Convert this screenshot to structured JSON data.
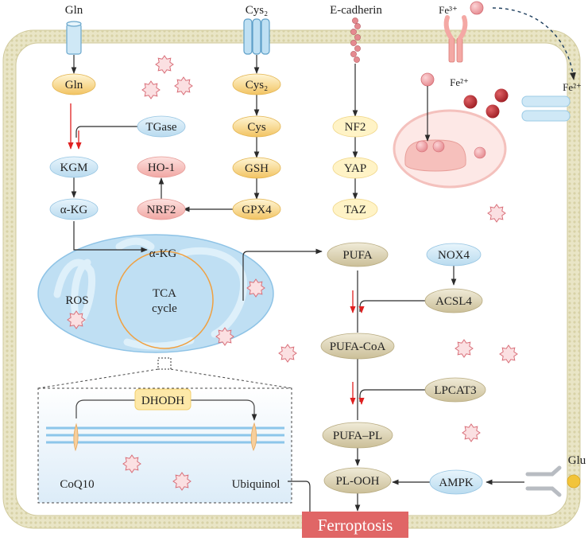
{
  "diagram": {
    "outside_labels": {
      "gln_transporter": "Gln",
      "cys2_transporter": "Cys₂",
      "ecadherin": "E-cadherin",
      "fe3": "Fe³⁺",
      "fe2_outside": "Fe²⁺",
      "fe2_inside": "Fe²⁺",
      "glu": "Glu"
    },
    "nodes": {
      "gln": "Gln",
      "kgm": "KGM",
      "akg_cyto": "α-KG",
      "tgase": "TGase",
      "ho1": "HO-1",
      "nrf2": "NRF2",
      "cys2": "Cys₂",
      "cys": "Cys",
      "gsh": "GSH",
      "gpx4": "GPX4",
      "nf2": "NF2",
      "yap": "YAP",
      "taz": "TAZ",
      "pufa": "PUFA",
      "nox4": "NOX4",
      "acsl4": "ACSL4",
      "pufa_coa": "PUFA-CoA",
      "lpcat3": "LPCAT3",
      "pufa_pl": "PUFA–PL",
      "pl_ooh": "PL-OOH",
      "ampk": "AMPK",
      "dhodh": "DHODH"
    },
    "mitochondrion": {
      "akg": "α-KG",
      "ros": "ROS",
      "tca_line1": "TCA",
      "tca_line2": "cycle"
    },
    "inset": {
      "coq10": "CoQ10",
      "ubiquinol": "Ubiquinol"
    },
    "outcome": "Ferroptosis",
    "colors": {
      "membrane": "#e7e3c4",
      "orange_node": "#f6cf7e",
      "blue_node": "#cde6f4",
      "red_node": "#f4b6b4",
      "gray_node": "#d6cdae",
      "mito_fill": "#bfdff3",
      "ferroptosis": "#e06666",
      "inhibit_arrow": "#e02020",
      "iron_dark": "#b02a2e",
      "iron_light": "#f0a0a5"
    }
  }
}
